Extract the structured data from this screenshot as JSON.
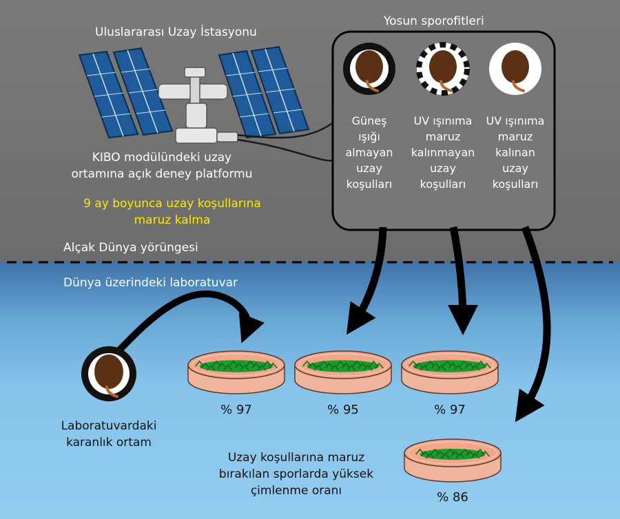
{
  "space": {
    "iss_label": "Uluslararası Uzay İstasyonu",
    "kibo_label_line1": "KIBO modülündeki uzay",
    "kibo_label_line2": "ortamına açık deney platformu",
    "exposure_line1": "9 ay boyunca uzay koşullarına",
    "exposure_line2": "maruz kalma",
    "orbit_label": "Alçak Dünya yörüngesi",
    "sporophyte_title": "Yosun sporofitleri",
    "conditions": [
      {
        "text": "Güneş\nışığı\nalmayan\nuzay\nkoşulları"
      },
      {
        "text": "UV ışınıma\nmaruz\nkalınmayan\nuzay\nkoşulları"
      },
      {
        "text": "UV ışınıma\nmaruz\nkalınan\nuzay\nkoşulları"
      }
    ]
  },
  "earth": {
    "lab_label": "Dünya üzerindeki laboratuvar",
    "dark_label_line1": "Laboratuvardaki",
    "dark_label_line2": "karanlık ortam",
    "result_line1": "Uzay koşullarına maruz",
    "result_line2": "bırakılan sporlarda yüksek",
    "result_line3": "çimlenme oranı",
    "germination": [
      {
        "label": "% 97",
        "percent": 97
      },
      {
        "label": "% 95",
        "percent": 95
      },
      {
        "label": "% 97",
        "percent": 97
      },
      {
        "label": "% 86",
        "percent": 86
      }
    ]
  },
  "colors": {
    "space_bg": "#707070",
    "earth_bg": "#8cc7ec",
    "panel_blue": "#1f5a9a",
    "spore_brown": "#5a3114",
    "stalk": "#b8672a",
    "dish_agar": "#f2a68a",
    "moss_green": "#1e9a2e",
    "highlight_yellow": "#ffe600"
  }
}
